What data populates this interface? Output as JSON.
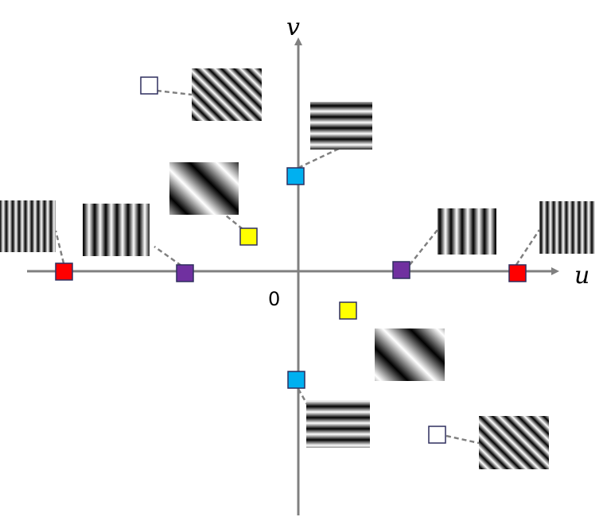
{
  "axes": {
    "u_label": "u",
    "v_label": "v",
    "origin_label": "0",
    "axis_color": "#808080"
  },
  "marker_colors": {
    "red": "#ff0000",
    "purple": "#7030a0",
    "blue": "#00b0f0",
    "yellow": "#ffff00",
    "white": "#ffffff",
    "outline": "#2f2f5f"
  },
  "patterns": [
    {
      "name": "vertical-fine",
      "orientation": "vertical",
      "frequency": "high"
    },
    {
      "name": "vertical-coarse",
      "orientation": "vertical",
      "frequency": "low"
    },
    {
      "name": "horizontal",
      "orientation": "horizontal",
      "frequency": "low"
    },
    {
      "name": "diagonal-fine",
      "orientation": "diagonal",
      "frequency": "high"
    },
    {
      "name": "diagonal-coarse",
      "orientation": "diagonal",
      "frequency": "low"
    }
  ]
}
